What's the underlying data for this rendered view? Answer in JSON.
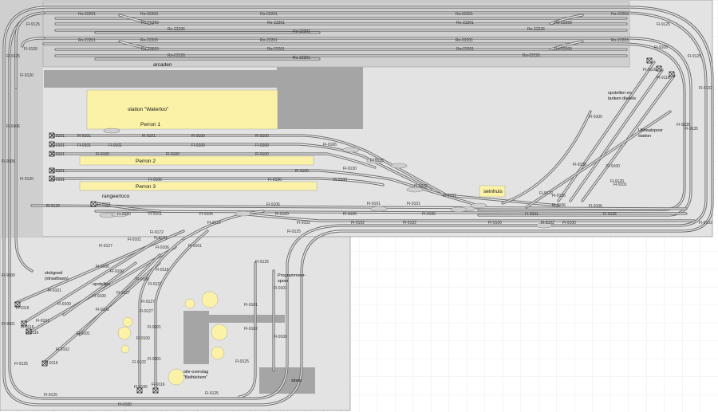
{
  "colors": {
    "board": "#e3e3e3",
    "board_dark": "#cfcfcf",
    "board_edge": "#9a9a9a",
    "grid": "#d8d8d8",
    "track": "#6d6d6d",
    "building": "#a5a5a5",
    "platform": "#fbf2a8",
    "tank": "#fbf2a8"
  },
  "labels": {
    "arcaden": "arcaden",
    "station": "station \"Waterloo\"",
    "perron1": "Perron 1",
    "perron2": "Perron 2",
    "perron3": "Perron 3",
    "rangeerloco": "rangeerloco",
    "seinhuis": "seinhuis",
    "opstellen_tanken": "opstellen en tanken diesels",
    "uithaalspoor": "Uithaalspoor station",
    "stukgoed": "stukgoed (straatbaan)",
    "opstellen": "opstellen",
    "programmeer": "Programmeer-spoor",
    "olie": "olie-overslag \"Bethlehem\"",
    "sloop": "sloop"
  },
  "track_labels": {
    "ro22201": "Ro-22201",
    "ro22203": "Ro-22203",
    "ro22226": "Ro-22226",
    "ro22269": "Ro-22269",
    "fl9100": "Fl-9100",
    "fl9101": "Fl-9101",
    "fl9102": "Fl-9102",
    "fl9106": "Fl-9106",
    "fl9116": "Fl-9116",
    "fl9120": "Fl-9120",
    "fl9125": "Fl-9125",
    "fl9127": "Fl-9127",
    "fl9130": "Fl-9130",
    "fl9135": "Fl-9135",
    "fl9139": "Fl-9139",
    "fl9172": "Fl-9172",
    "fl9106_alt": "FL-9106",
    "fl9102_alt": "FL-9102",
    "fl9125_alt": "FL-9125"
  }
}
